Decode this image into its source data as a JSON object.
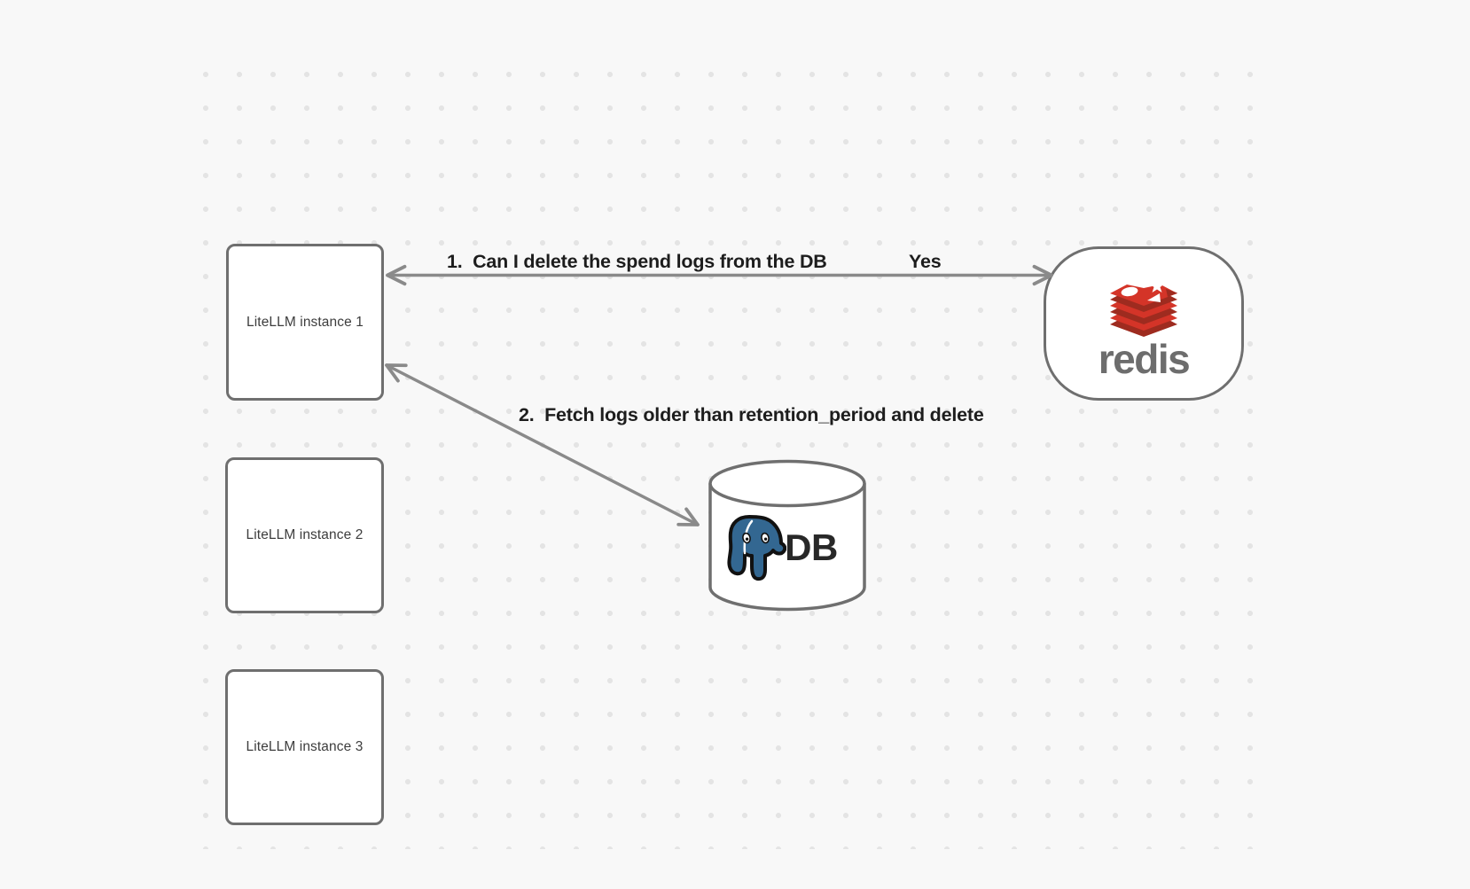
{
  "canvas": {
    "background_color": "#f8f8f8",
    "dot_color": "#e4e4e4"
  },
  "nodes": {
    "litellm1": {
      "label": "LiteLLM instance 1"
    },
    "litellm2": {
      "label": "LiteLLM instance 2"
    },
    "litellm3": {
      "label": "LiteLLM instance 3"
    },
    "redis": {
      "wordmark": "redis"
    },
    "db": {
      "label": "DB"
    }
  },
  "edges": {
    "edge1": {
      "label": "1.  Can I delete the spend logs from the DB",
      "response": "Yes",
      "from": "redis",
      "to": "litellm1"
    },
    "edge2": {
      "label": "2.  Fetch logs older than retention_period and delete",
      "from": "litellm1",
      "to": "db"
    }
  },
  "colors": {
    "node_border": "#6f6f6f",
    "arrow": "#8a8a8a",
    "label_text": "#1d1d1d",
    "node_text": "#3d3d3d",
    "redis_red": "#d43428",
    "redis_dark_red": "#9e2b1f",
    "redis_wordmark_gray": "#6d6d6d",
    "postgres_blue": "#336791",
    "db_text": "#282828"
  }
}
